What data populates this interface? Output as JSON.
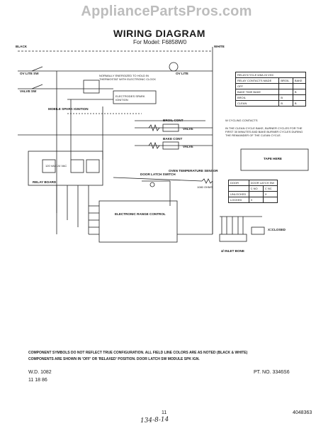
{
  "watermark": "AppliancePartsPros.com",
  "title": "WIRING DIAGRAM",
  "subtitle": "For Model: F6858W0",
  "wire_labels": {
    "black": "BLACK",
    "white": "WHITE",
    "ov_lite_sw": "OV LITE SW",
    "ov_lite": "OV LITE",
    "valve_sw": "VALVE SW",
    "mobile_spark_ignition": "MOBILE SPARK IGNITION",
    "electrodes_spark_ignition": "ELECTRODES SPARK IGNITION",
    "norm_note": "NORMALLY ENERGIZED TO HOLD IN THERMOSTAT WITH ELECTRONIC CLOCK",
    "bake_cont": "BAKE CONT",
    "broil_cont": "BROIL CONT",
    "valve": "VALVE",
    "door_latch_switch": "DOOR LATCH SWITCH",
    "oven_temperature_sensor": "OVEN TEMPERATURE SENSOR",
    "electronic_range_control": "ELECTRONIC RANGE CONTROL",
    "relay_board": "RELAY BOARD",
    "xformer": "120 VAC 24 VAC",
    "sensor_res": "1080 OHMS",
    "x_closed": "X=CLOSED",
    "kitchen_block": "4/ INLET BONE",
    "tape_here": "TAPE HERE"
  },
  "relay_table": {
    "header": "RELAY/CYCLE 6/6A 24 VDC",
    "columns": [
      "BROIL",
      "BAKE"
    ],
    "rows": [
      [
        "RELAY CONTACTS MADE",
        "BROIL",
        "BAKE"
      ],
      [
        "OFF",
        "",
        ""
      ],
      [
        "BAKE TIME BAKE",
        "",
        "B"
      ],
      [
        "BROIL",
        "B",
        ""
      ],
      [
        "CLEAN",
        "B",
        "B"
      ]
    ]
  },
  "cycling_notes": {
    "w_cycling": "W CYCLING CONTACTS",
    "clean_cycle": "IN THE CLEAN CYCLE BAKE, BURNER CYCLES FOR THE FIRST 30 MINUTES AND BAKE BURNER CYCLES DURING THE REMAINDER OF THE CLEAN CYCLE."
  },
  "door_table": {
    "col_door": "DOOR",
    "col_latch": "DOOR LATCH SW",
    "sub": [
      "C NO",
      "C NC"
    ],
    "rows": [
      [
        "UNLOCKED",
        "",
        "X"
      ],
      [
        "LOCKED",
        "X",
        ""
      ]
    ]
  },
  "notes": [
    "COMPONENT SYMBOLS DO NOT REFLECT TRUE CONFIGURATION. ALL FIELD LINE COLORS ARE AS NOTED (BLACK & WHITE)",
    "COMPONENTS ARE SHOWN IN 'OFF' OR 'RELAXED' POSITION. DOOR LATCH SW MODULE SPK IGN."
  ],
  "wd_number": "W.D. 1082",
  "date": "11 18 86",
  "pt_no": "PT. NO. 3346S6",
  "page_number": "11",
  "doc_number": "4048363",
  "handwritten": "134-8-14"
}
